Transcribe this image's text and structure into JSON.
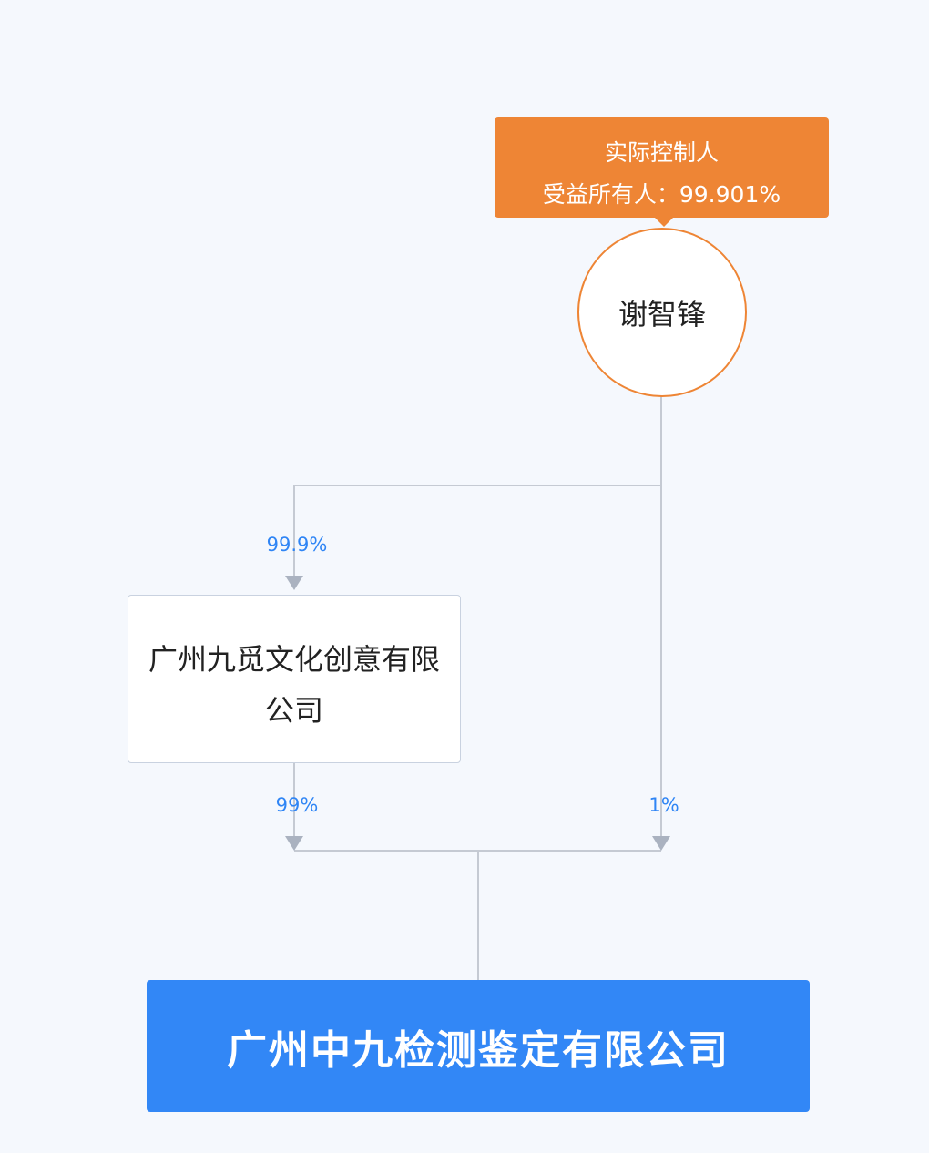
{
  "controller_tag": {
    "role": "实际控制人",
    "beneficiary": "受益所有人：99.901%"
  },
  "person": {
    "name": "谢智锋"
  },
  "intermediate_company": {
    "name": "广州九觅文化创意有限公司"
  },
  "target_company": {
    "name": "广州中九检测鉴定有限公司"
  },
  "edges": {
    "person_to_intermediate": "99.9%",
    "intermediate_to_target": "99%",
    "person_to_target": "1%"
  },
  "colors": {
    "controller": "#ee8535",
    "target": "#3287f6",
    "percentage": "#2f85f5",
    "connector": "#c5cad3",
    "background": "#f5f8fd"
  }
}
